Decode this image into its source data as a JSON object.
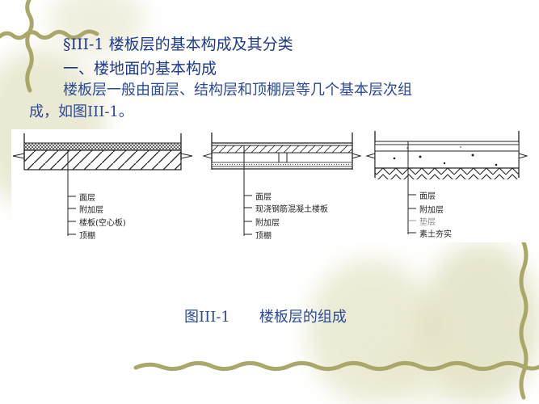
{
  "slide": {
    "title": "§III-1 楼板层的基本构成及其分类",
    "subtitle": "一、楼地面的基本构成",
    "body_line1": "楼板层一般由面层、结构层和顶棚层等几个基本层次组",
    "body_line2": "成，如图III-1。",
    "caption": "图III-1　　楼板层的组成",
    "text_color": "#1f3a8a",
    "vine_color": "#a9a86a"
  },
  "diagrams": [
    {
      "name": "hollow-slab-floor",
      "labels": [
        "面层",
        "附加层",
        "楼板(空心板)",
        "顶棚"
      ]
    },
    {
      "name": "cast-in-place-slab-floor",
      "labels": [
        "面层",
        "现浇钢筋混凝土楼板",
        "附加层",
        "顶棚"
      ]
    },
    {
      "name": "ground-floor",
      "labels": [
        "面层",
        "附加层",
        "垫层",
        "素土夯实"
      ]
    }
  ]
}
